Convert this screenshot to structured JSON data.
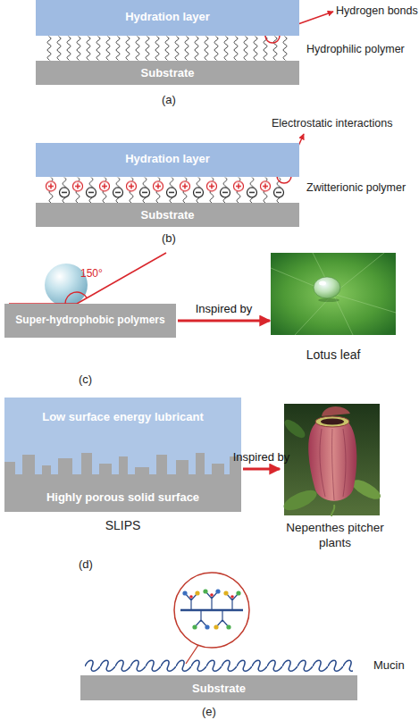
{
  "diagram": {
    "nodes": [
      {
        "text": [
          "Hydration layer"
        ]
      },
      {
        "text": [
          "Substrate"
        ]
      },
      {
        "text": [
          "Hydration layer"
        ]
      },
      {
        "text": [
          "Substrate"
        ]
      },
      {
        "text": [
          "Super-hydrophobic polymers"
        ]
      },
      {
        "text": [
          "Lotus leaf"
        ]
      },
      {
        "text": [
          "SLIPS"
        ]
      },
      {
        "text": [
          "Low surface energy lubricant"
        ],
        "in": 6
      },
      {
        "text": [
          "Highly porous solid surface"
        ],
        "in": 6
      },
      {
        "text": [
          "Nepenthes pitcher plants"
        ]
      },
      {
        "text": [
          "Substrate"
        ]
      }
    ],
    "edges": [
      {
        "from": 4,
        "to": 5,
        "label": "Inspired by",
        "arrow": "to"
      },
      {
        "from": 6,
        "to": 9,
        "label": "Inspired by",
        "arrow": "to"
      }
    ],
    "labels": [
      "Hydrogen bonds",
      "Hydrophilic polymer",
      "(a)",
      "Electrostatic interactions",
      "Zwitterionic polymer",
      "(b)",
      "150°",
      "(c)",
      "(d)",
      "Mucin",
      "(e)"
    ]
  }
}
